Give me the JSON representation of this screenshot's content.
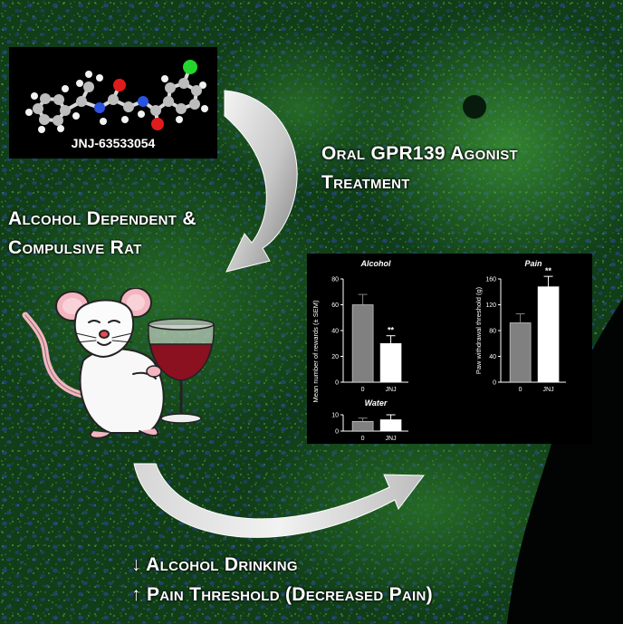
{
  "molecule": {
    "label": "JNJ-63533054"
  },
  "labels": {
    "treatment_line1": "Oral GPR139 Agonist",
    "treatment_line2": "Treatment",
    "rat_line1": "Alcohol Dependent &",
    "rat_line2": "Compulsive Rat",
    "outcome1_arrow": "↓",
    "outcome1": "Alcohol Drinking",
    "outcome2_arrow": "↑",
    "outcome2": "Pain Threshold (Decreased Pain)"
  },
  "chart_data": [
    {
      "type": "bar",
      "title": "Alcohol",
      "ylabel": "Mean number of rewards (± SEM)",
      "categories": [
        "0",
        "JNJ"
      ],
      "values": [
        60,
        30
      ],
      "errors": [
        8,
        6
      ],
      "ylim": [
        0,
        80
      ],
      "yticks": [
        "0",
        "20",
        "40",
        "60",
        "80"
      ],
      "significance": [
        "",
        "**"
      ],
      "colors": [
        "#808080",
        "#ffffff"
      ]
    },
    {
      "type": "bar",
      "title": "Water",
      "categories": [
        "0",
        "JNJ"
      ],
      "values": [
        6,
        7
      ],
      "errors": [
        2,
        3
      ],
      "ylim": [
        0,
        10
      ],
      "yticks": [
        "0",
        "10"
      ],
      "colors": [
        "#808080",
        "#ffffff"
      ]
    },
    {
      "type": "bar",
      "title": "Pain",
      "ylabel": "Paw withdrawal threshold (g)",
      "categories": [
        "0",
        "JNJ"
      ],
      "values": [
        92,
        148
      ],
      "errors": [
        14,
        16
      ],
      "ylim": [
        0,
        160
      ],
      "yticks": [
        "0",
        "40",
        "80",
        "120",
        "160"
      ],
      "significance": [
        "",
        "**"
      ],
      "colors": [
        "#808080",
        "#ffffff"
      ]
    }
  ]
}
